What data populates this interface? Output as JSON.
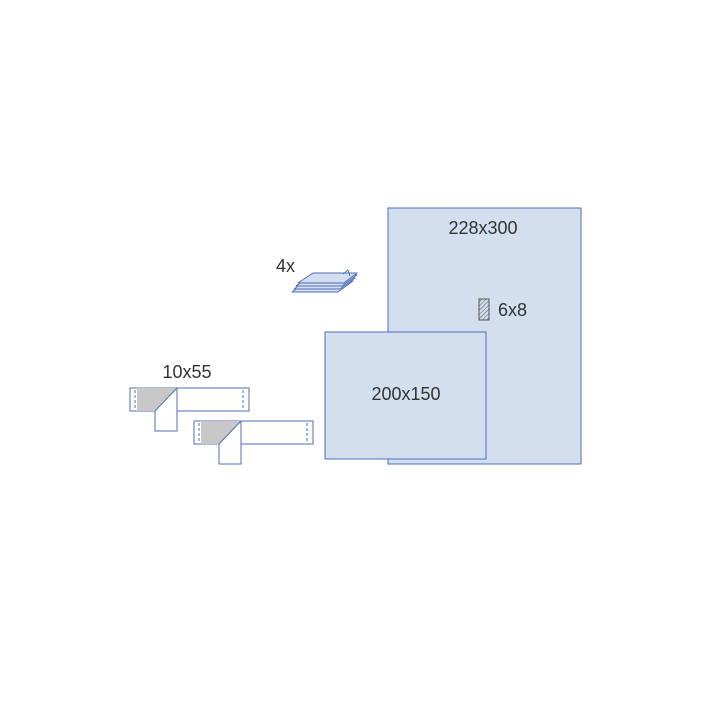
{
  "labels": {
    "large_drape": "228x300",
    "medium_drape": "200x150",
    "incise_window": "6x8",
    "towels_count": "4x",
    "tape_strip": "10x55"
  },
  "colors": {
    "drape_fill": "#d3deef",
    "drape_stroke": "#4f6fb8",
    "tape_gray": "#c8c8c8",
    "text": "#333333"
  }
}
